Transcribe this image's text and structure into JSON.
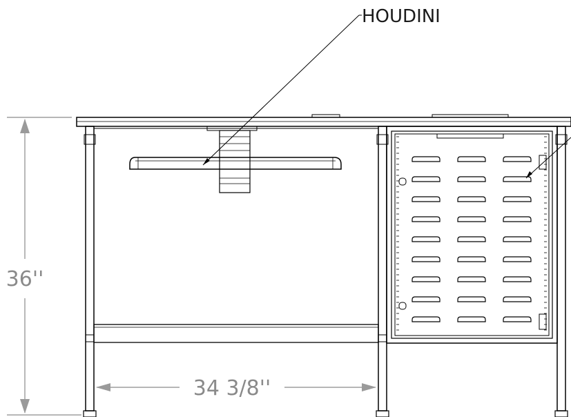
{
  "callout": {
    "label": "HOUDINI"
  },
  "dimensions": {
    "height": "36''",
    "width": "34 3/8''"
  },
  "colors": {
    "line": "#000000",
    "dimension": "#8a8a8a",
    "background": "#ffffff"
  }
}
